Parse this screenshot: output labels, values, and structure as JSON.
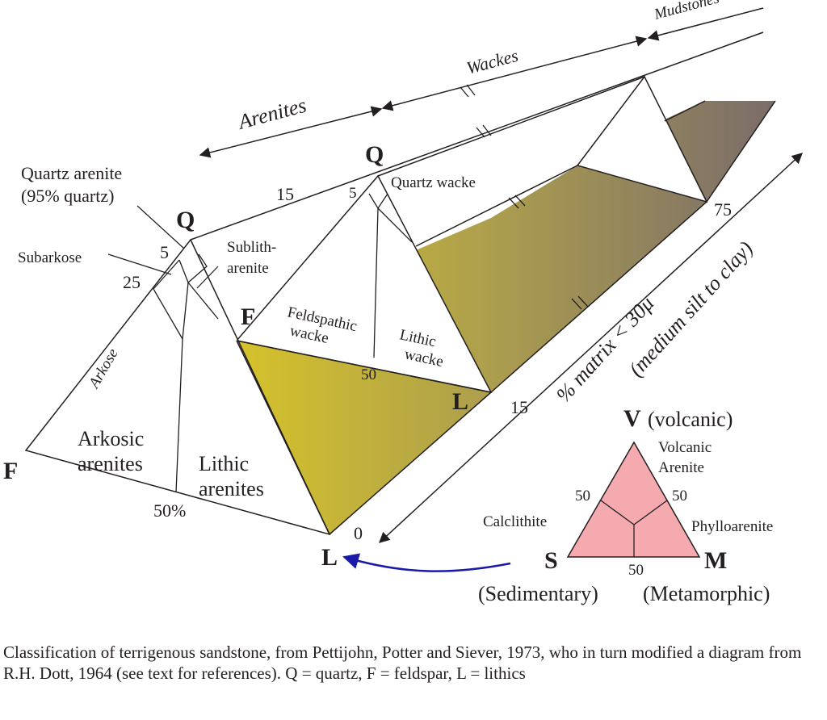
{
  "labels": {
    "mudstones": "Mudstones",
    "wackes": "Wackes",
    "arenites": "Arenites",
    "quartz_arenite_1": "Quartz arenite",
    "quartz_arenite_2": "(95% quartz)",
    "subarkose": "Subarkose",
    "sublitharenite_1": "Sublith-",
    "sublitharenite_2": "arenite",
    "arkose": "Arkose",
    "arkosic_arenites_1": "Arkosic",
    "arkosic_arenites_2": "arenites",
    "lithic_arenites_1": "Lithic",
    "lithic_arenites_2": "arenites",
    "quartz_wacke": "Quartz wacke",
    "feldspathic_wacke_1": "Feldspathic",
    "feldspathic_wacke_2": "wacke",
    "lithic_wacke_1": "Lithic",
    "lithic_wacke_2": "wacke",
    "matrix_axis_1": "% matrix < 30μ",
    "matrix_axis_2": "(medium silt to clay)"
  },
  "numbers": {
    "n15_top": "15",
    "n5_left": "5",
    "n25": "25",
    "n5_mid": "5",
    "n50_pct": "50%",
    "n50_wacke": "50",
    "n75": "75",
    "n15_axis": "15",
    "n0": "0"
  },
  "vertices": {
    "q1": "Q",
    "f1": "F",
    "l1": "L",
    "q2": "Q",
    "f2": "F",
    "l2": "L"
  },
  "inset": {
    "v": "V",
    "v_name": "(volcanic)",
    "volcanic_arenite_1": "Volcanic",
    "volcanic_arenite_2": "Arenite",
    "n50_left": "50",
    "n50_right": "50",
    "calclithite": "Calclithite",
    "phylloarenite": "Phylloarenite",
    "s": "S",
    "m": "M",
    "n50_bottom": "50",
    "s_name": "(Sedimentary)",
    "m_name": "(Metamorphic)"
  },
  "colors": {
    "fill_yellow": "#d4bf2c",
    "fill_brown": "#7a6c66",
    "inset_pink": "#f5aab0",
    "arrow_blue": "#1a1aa8",
    "line": "#231f20"
  },
  "caption": "Classification of terrigenous sandstone, from Pettijohn, Potter and Siever, 1973, who in turn modified a diagram from R.H. Dott, 1964 (see text for references). Q = quartz, F = feldspar, L = lithics"
}
